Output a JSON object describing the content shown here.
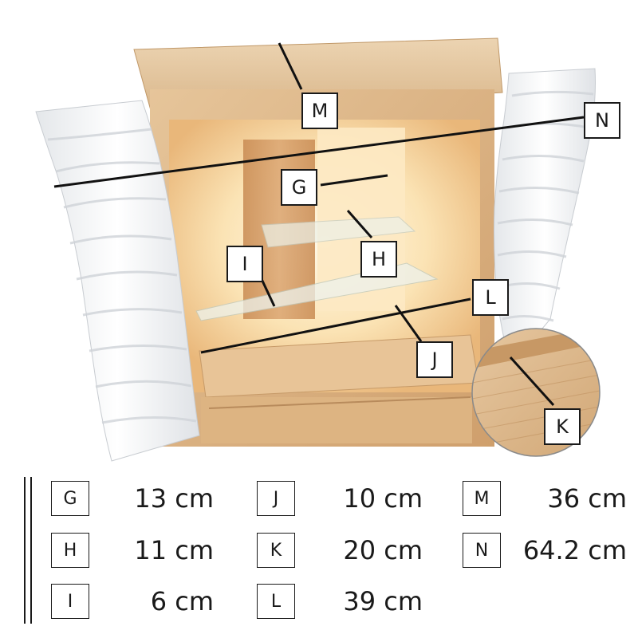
{
  "callouts": {
    "M": "M",
    "N": "N",
    "G": "G",
    "H": "H",
    "I": "I",
    "L": "L",
    "J": "J",
    "K": "K"
  },
  "legend": [
    {
      "label": "G",
      "value": "13 cm"
    },
    {
      "label": "H",
      "value": "11 cm"
    },
    {
      "label": "I",
      "value": "6 cm"
    },
    {
      "label": "J",
      "value": "10 cm"
    },
    {
      "label": "K",
      "value": "20 cm"
    },
    {
      "label": "L",
      "value": "39 cm"
    },
    {
      "label": "M",
      "value": "36 cm"
    },
    {
      "label": "N",
      "value": "64.2 cm"
    }
  ],
  "colors": {
    "wood": "#e2bf92",
    "wood_dark": "#c99a66",
    "interior_glow": "#fff1cc",
    "door_white": "#f4f5f6",
    "ink": "#1a1a1a"
  }
}
